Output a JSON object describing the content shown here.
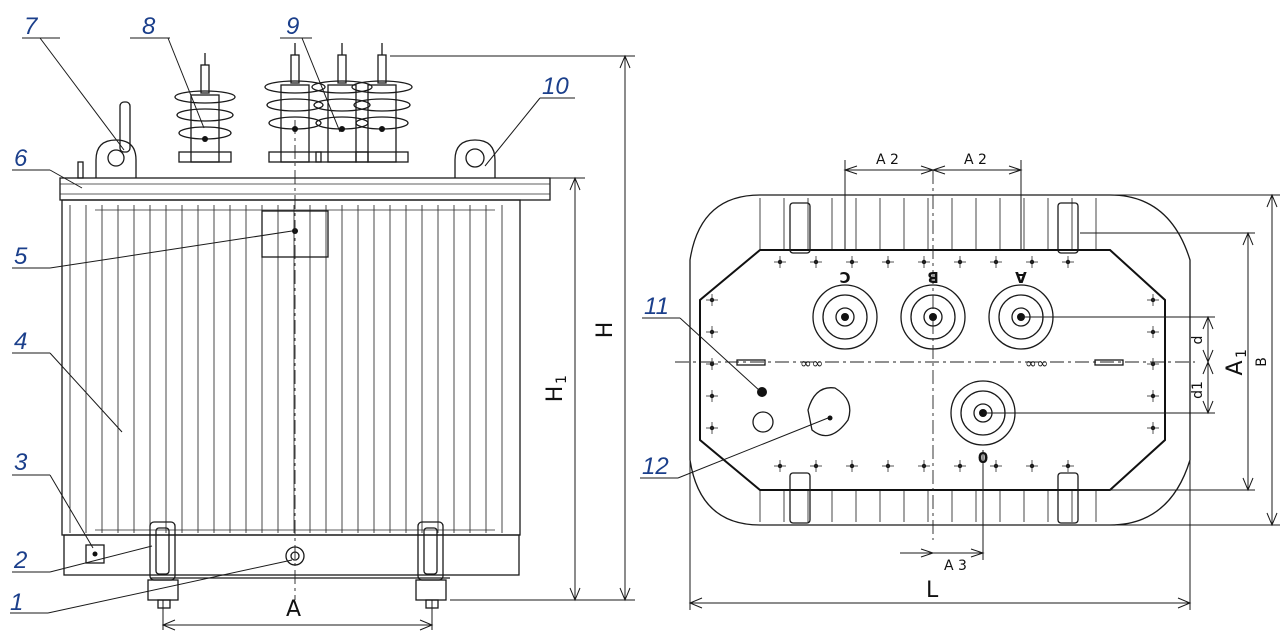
{
  "callouts": {
    "c1": "1",
    "c2": "2",
    "c3": "3",
    "c4": "4",
    "c5": "5",
    "c6": "6",
    "c7": "7",
    "c8": "8",
    "c9": "9",
    "c10": "10",
    "c11": "11",
    "c12": "12"
  },
  "dimensions": {
    "A": "A",
    "H": "H",
    "H1_main": "H",
    "H1_sub": "1",
    "A2_left": "A 2",
    "A2_right": "A 2",
    "A3": "A 3",
    "L": "L",
    "B": "B",
    "A1_main": "A",
    "A1_sub": "1",
    "d": "d",
    "d1": "d1"
  },
  "phase_labels": {
    "C": "C",
    "B": "B",
    "A": "A",
    "O": "0"
  },
  "colors": {
    "callout": "#1b3f8b",
    "line": "#1a1a1a",
    "background": "#ffffff"
  }
}
